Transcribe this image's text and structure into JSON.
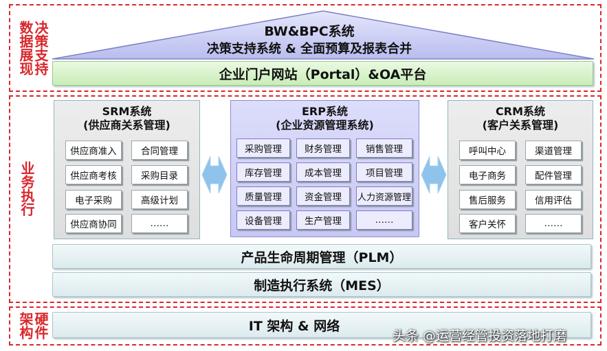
{
  "sections": {
    "strategy": {
      "label": "决策支持数据展现"
    },
    "execution": {
      "label": "业务执行"
    },
    "infra": {
      "label": "硬件架构"
    }
  },
  "roof": {
    "line1": "BW&BPC系统",
    "line2": "决策支持系统 & 全面预算及报表合并"
  },
  "portal": {
    "label": "企业门户网站（Portal）&OA平台"
  },
  "srm": {
    "title1": "SRM系统",
    "title2": "(供应商关系管理)",
    "items": [
      "供应商准入",
      "合同管理",
      "供应商考核",
      "采购目录",
      "电子采购",
      "高级计划",
      "供应商协同",
      "……"
    ]
  },
  "erp": {
    "title1": "ERP系统",
    "title2": "(企业资源管理系统)",
    "items": [
      "采购管理",
      "财务管理",
      "销售管理",
      "库存管理",
      "成本管理",
      "项目管理",
      "质量管理",
      "资金管理",
      "人力资源管理",
      "设备管理",
      "生产管理",
      "……"
    ]
  },
  "crm": {
    "title1": "CRM系统",
    "title2": "(客户关系管理)",
    "items": [
      "呼叫中心",
      "渠道管理",
      "电子商务",
      "配件管理",
      "售后服务",
      "信用评估",
      "客户关怀",
      "……"
    ]
  },
  "plm": {
    "label": "产品生命周期管理（PLM）"
  },
  "mes": {
    "label": "制造执行系统（MES）"
  },
  "it": {
    "label": "IT 架构 & 网络"
  },
  "watermark": {
    "text": "头条 @运营经管投资落地打磨"
  },
  "colors": {
    "accent_red": "#d9262b",
    "roof_blue": "#c9cdf3",
    "arrow_blue": "#8fc3ec"
  }
}
